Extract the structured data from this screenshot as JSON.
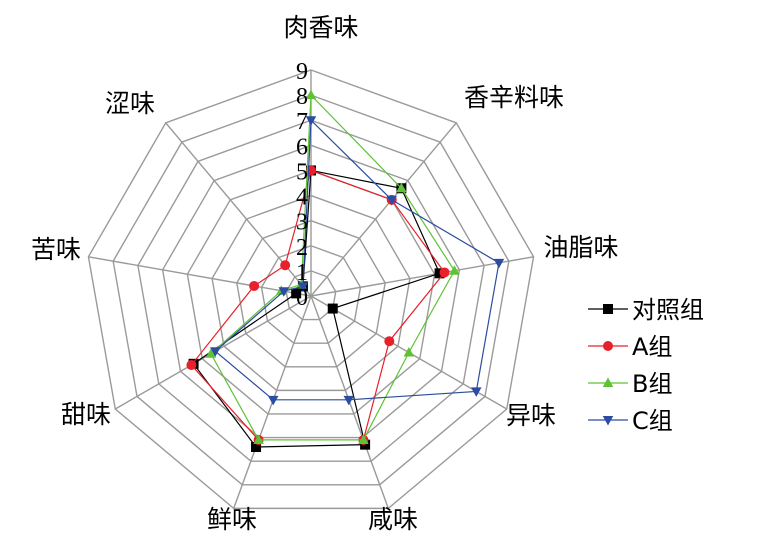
{
  "chart_data": {
    "type": "radar",
    "axes": [
      "肉香味",
      "香辛料味",
      "油脂味",
      "异味",
      "咸味",
      "鲜味",
      "甜味",
      "苦味",
      "涩味"
    ],
    "ticks": [
      "0",
      "1",
      "2",
      "3",
      "4",
      "5",
      "6",
      "7",
      "8",
      "9"
    ],
    "rlim": [
      0,
      9
    ],
    "grid": true,
    "legend_position": "right",
    "series": [
      {
        "name": "对照组",
        "color": "#000000",
        "marker": "square",
        "values": [
          5.0,
          5.6,
          5.2,
          1.0,
          6.3,
          6.4,
          5.4,
          0.6,
          0.5
        ]
      },
      {
        "name": "A组",
        "color": "#e8202a",
        "marker": "circle",
        "values": [
          5.0,
          5.0,
          5.4,
          3.6,
          6.1,
          6.1,
          5.5,
          2.3,
          1.6
        ]
      },
      {
        "name": "B组",
        "color": "#5fc236",
        "marker": "triangle-up",
        "values": [
          8.0,
          5.6,
          5.8,
          4.5,
          6.1,
          6.1,
          4.6,
          1.2,
          0.6
        ]
      },
      {
        "name": "C组",
        "color": "#2b4ca0",
        "marker": "triangle-down",
        "values": [
          7.0,
          5.0,
          7.6,
          7.6,
          4.4,
          4.4,
          4.4,
          1.1,
          0.5
        ]
      }
    ]
  }
}
